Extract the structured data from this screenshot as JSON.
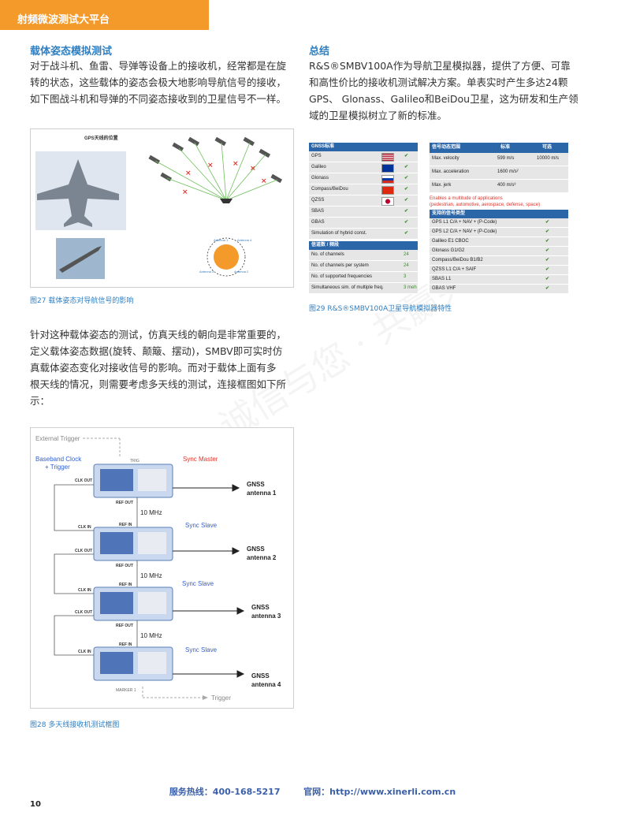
{
  "header": {
    "title": "射频微波测试大平台"
  },
  "left": {
    "section_title": "载体姿态模拟测试",
    "para1": [
      "对于战斗机、鱼雷、导弹等设备上的接收机，经常都是在旋",
      "转的状态，这些载体的姿态会极大地影响导航信号的接收，",
      "如下图战斗机和导弹的不同姿态接收到的卫星信号不一样。"
    ],
    "fig27": {
      "inner_title": "GPS天线的位置",
      "caption": "图27  载体姿态对导航信号的影响",
      "labels": [
        "Antenna 1",
        "Antenna 2",
        "Antenna 3",
        "Antenna 4"
      ]
    },
    "para2": [
      "针对这种载体姿态的测试，仿真天线的朝向是非常重要的，",
      "定义载体姿态数据(旋转、颠簸、摆动)，SMBV即可实时仿",
      "真载体姿态变化对接收信号的影响。而对于载体上面有多",
      "根天线的情况，则需要考虑多天线的测试，连接框图如下所",
      "示："
    ],
    "fig28": {
      "caption": "图28 多天线接收机测试框图",
      "external_trigger": "External Trigger",
      "baseband": "Baseband  Clock",
      "trigger_plus": "+ Trigger",
      "trig": "TRIG",
      "sync_master": "Sync Master",
      "sync_slave": "Sync Slave",
      "clk_out": "CLK OUT",
      "clk_in": "CLK IN",
      "ref_out": "REF OUT",
      "ref_in": "REF IN",
      "mhz": "10 MHz",
      "gnss": "GNSS",
      "antennas": [
        "antenna 1",
        "antenna 2",
        "antenna 3",
        "antenna 4"
      ],
      "marker": "MARKER 1",
      "trigger": "Trigger"
    }
  },
  "right": {
    "section_title": "总结",
    "para": [
      "R&S®SMBV100A作为导航卫星模拟器，提供了方便、可靠",
      "和高性价比的接收机测试解决方案。单表实时产生多达24颗",
      "GPS、 Glonass、Galileo和BeiDou卫星，这为研发和生产领",
      "域的卫星模拟树立了新的标准。"
    ],
    "fig29": {
      "caption": "图29 R&S®SMBV100A卫星导航模拟器特性",
      "gnss_header": "GNSS标准",
      "gnss_rows": [
        "GPS",
        "Galileo",
        "Glonass",
        "Compass/BeiDou",
        "QZSS",
        "SBAS",
        "GBAS",
        "Simulation of hybrid const."
      ],
      "check": "✔",
      "chan_header": "信道数 / 频段",
      "chan_rows": [
        {
          "label": "No. of channels",
          "value": "24"
        },
        {
          "label": "No. of channels per system",
          "value": "24"
        },
        {
          "label": "No. of supported frequencies",
          "value": "3"
        },
        {
          "label": "Simultaneous sim. of multiple freq.",
          "value": "3 meh"
        }
      ],
      "dyn_header": "信号动态范围",
      "dyn_col1": "标准",
      "dyn_col2": "可选",
      "dyn_rows": [
        {
          "label": "Max. velocity",
          "v1": "599 m/s",
          "v2": "10000 m/s"
        },
        {
          "label": "Max. acceleration",
          "v1": "1600 m/s²",
          "v2": ""
        },
        {
          "label": "Max. jerk",
          "v1": "400 m/s³",
          "v2": ""
        }
      ],
      "apps_line1": "Enables a multitude of applications",
      "apps_line2": "(pedestrian, automotive, aerospace, defense, space)",
      "sig_header": "支持的信号类型",
      "sig_rows": [
        "GPS L1 C/A + NAV + (P-Code)",
        "GPS L2 C/A + NAV + (P-Code)",
        "Galileo E1 CBOC",
        "Glonass G1/G2",
        "Compass/BeiDou B1/B2",
        "QZSS L1 C/A + SAIF",
        "SBAS L1",
        "GBAS VHF"
      ]
    }
  },
  "footer": {
    "hotline": "服务热线：400-168-5217",
    "site": "官网：http://www.xinerli.com.cn"
  },
  "page_number": "10",
  "watermark": "诚信与您 · 共赢共立",
  "colors": {
    "orange": "#f39a2b",
    "blue": "#2f7fc1",
    "table_blue": "#2b66a8",
    "sync_red": "#e0342a",
    "sync_blue": "#2f5fd0"
  }
}
